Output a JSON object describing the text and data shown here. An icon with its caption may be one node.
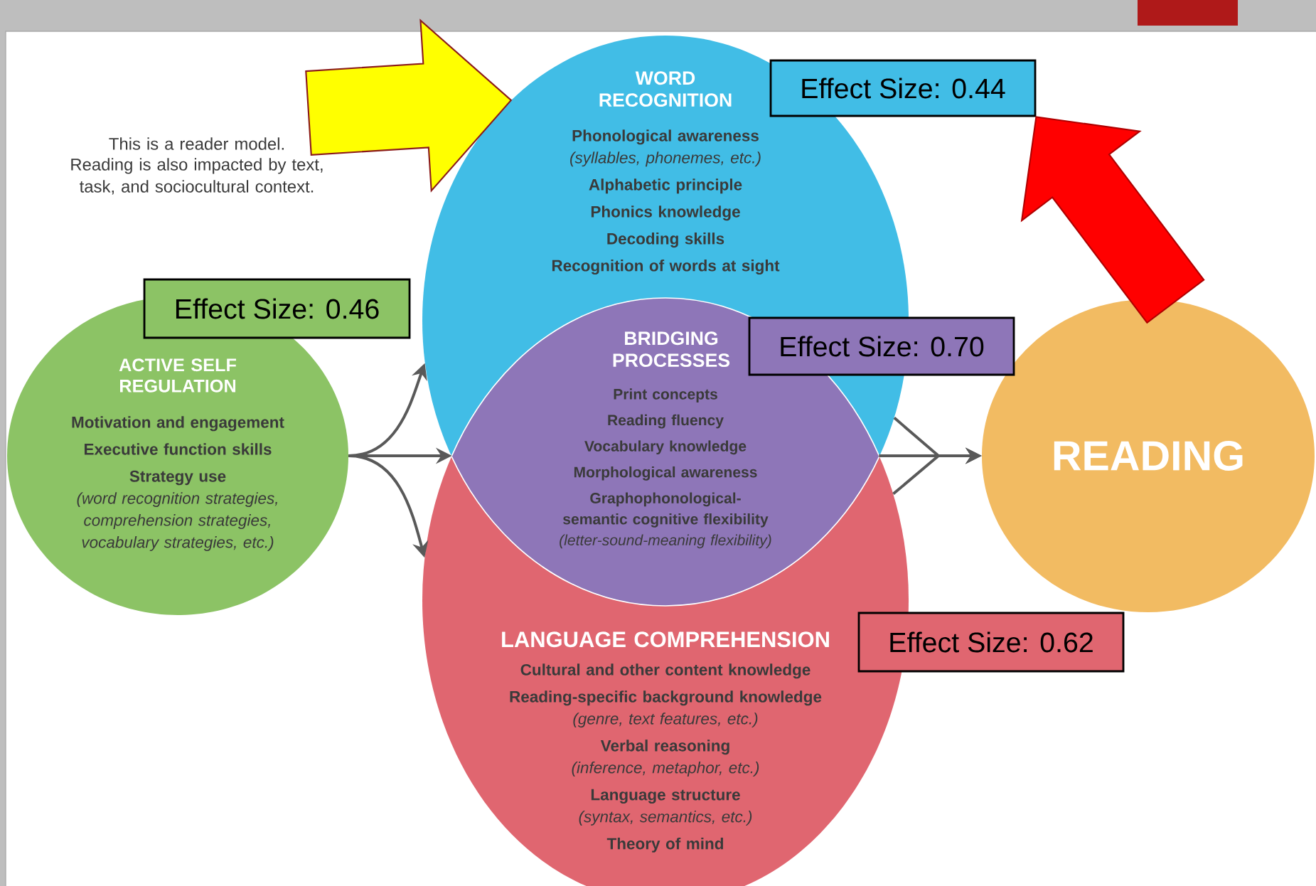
{
  "diagram": {
    "nodes": [
      {
        "text": [
          "WORD RECOGNITION",
          "Phonological awareness",
          "(syllables, phonemes, etc.)",
          "Alphabetic principle",
          "Phonics knowledge",
          "Decoding skills",
          "Recognition of words at sight"
        ]
      },
      {
        "text": [
          "BRIDGING PROCESSES",
          "Print concepts",
          "Reading fluency",
          "Vocabulary knowledge",
          "Morphological awareness",
          "Graphophonological-semantic cognitive flexibility",
          "(letter-sound-meaning flexibility)"
        ]
      },
      {
        "text": [
          "LANGUAGE COMPREHENSION",
          "Cultural and other content knowledge",
          "Reading-specific background knowledge",
          "(genre, text features, etc.)",
          "Verbal reasoning",
          "(inference, metaphor, etc.)",
          "Language structure",
          "(syntax, semantics, etc.)",
          "Theory of mind"
        ]
      },
      {
        "text": [
          "ACTIVE SELF REGULATION",
          "Motivation and engagement",
          "Executive function skills",
          "Strategy use",
          "(word recognition strategies, comprehension strategies, vocabulary strategies, etc.)"
        ]
      },
      {
        "text": [
          "READING"
        ]
      },
      {
        "text": [
          "Effect Size: 0.44"
        ]
      },
      {
        "text": [
          "Effect Size: 0.46"
        ]
      },
      {
        "text": [
          "Effect Size: 0.70"
        ]
      },
      {
        "text": [
          "Effect Size: 0.62"
        ]
      }
    ],
    "edges": [
      {
        "from": 3,
        "to": 0,
        "arrow": "to"
      },
      {
        "from": 3,
        "to": 1,
        "arrow": "to"
      },
      {
        "from": 3,
        "to": 2,
        "arrow": "to"
      },
      {
        "from": 0,
        "to": 4,
        "arrow": "to"
      },
      {
        "from": 1,
        "to": 4,
        "arrow": "to"
      },
      {
        "from": 2,
        "to": 4,
        "arrow": "to"
      },
      {
        "from": null,
        "to": 0,
        "arrow": "to",
        "style": "thick",
        "color": "#ffff00"
      },
      {
        "from": 4,
        "to": 5,
        "arrow": "to",
        "style": "thick",
        "color": "#ff0000"
      }
    ],
    "labels": [
      "This is a reader model.",
      "Reading is also impacted by text, task, and sociocultural context."
    ]
  }
}
